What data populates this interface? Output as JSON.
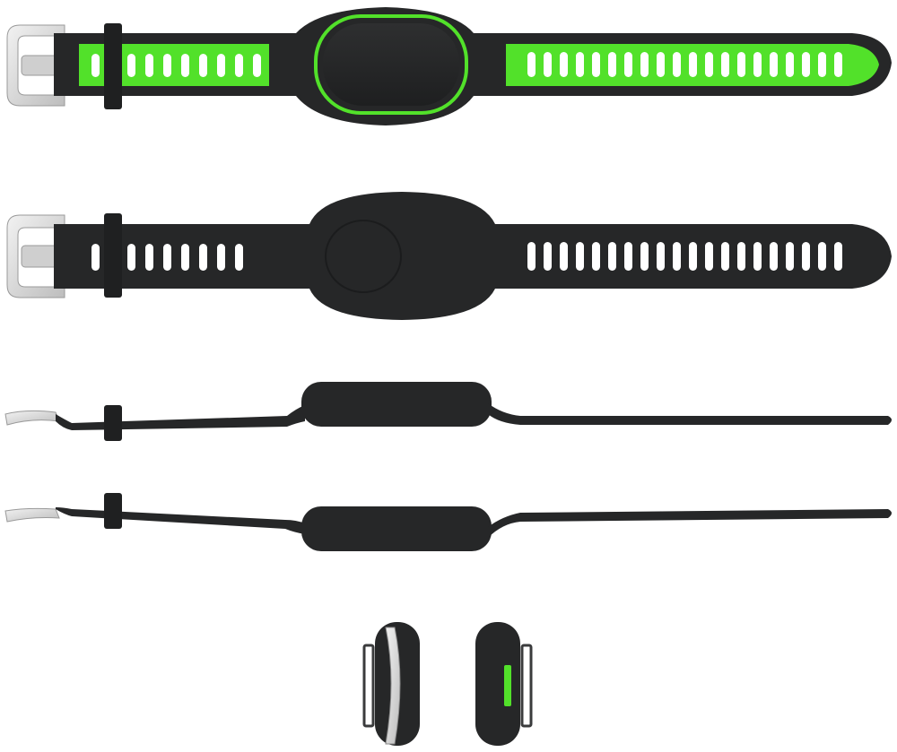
{
  "image": {
    "subject": "silicone-wristband-for-tracker",
    "colors": {
      "band": "#262728",
      "band_dark": "#1b1c1d",
      "accent": "#52e12a",
      "accent_dark": "#3aa81c",
      "buckle": "#dcdcdc",
      "buckle_edge": "#9a9a9a",
      "background": "#ffffff"
    },
    "views": [
      "front-view-green-inlay",
      "front-view-black",
      "side-view-upper",
      "side-view-lower",
      "end-view-left",
      "end-view-right"
    ]
  }
}
